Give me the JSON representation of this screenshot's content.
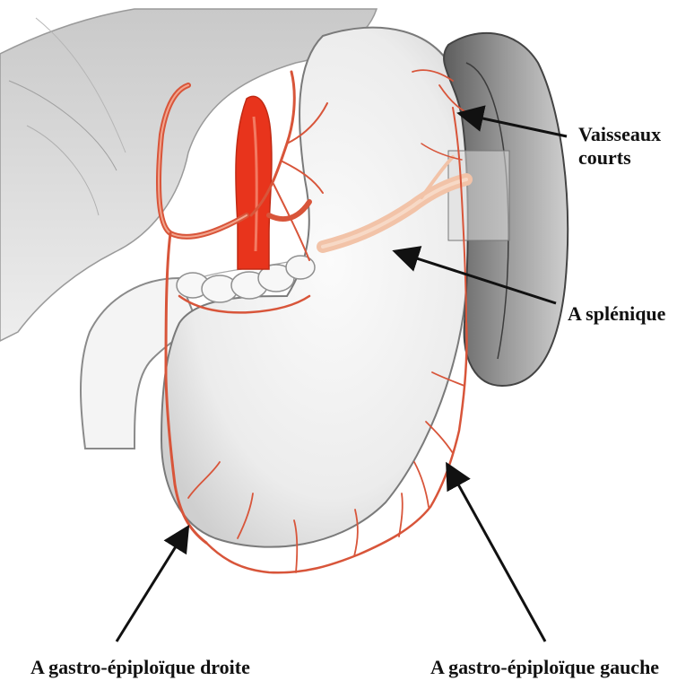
{
  "labels": {
    "vaisseaux_line1": "Vaisseaux",
    "vaisseaux_line2": "courts",
    "splenique": "A splénique",
    "droite": "A gastro-épiploïque droite",
    "gauche": "A gastro-épiploïque gauche"
  },
  "colors": {
    "artery": "#d8553a",
    "artery_light": "#f2c3a8",
    "artery_bright": "#e8341c",
    "stomach": "#eeeeee",
    "spleen": "#8a8a8a",
    "arrow": "#111111"
  }
}
